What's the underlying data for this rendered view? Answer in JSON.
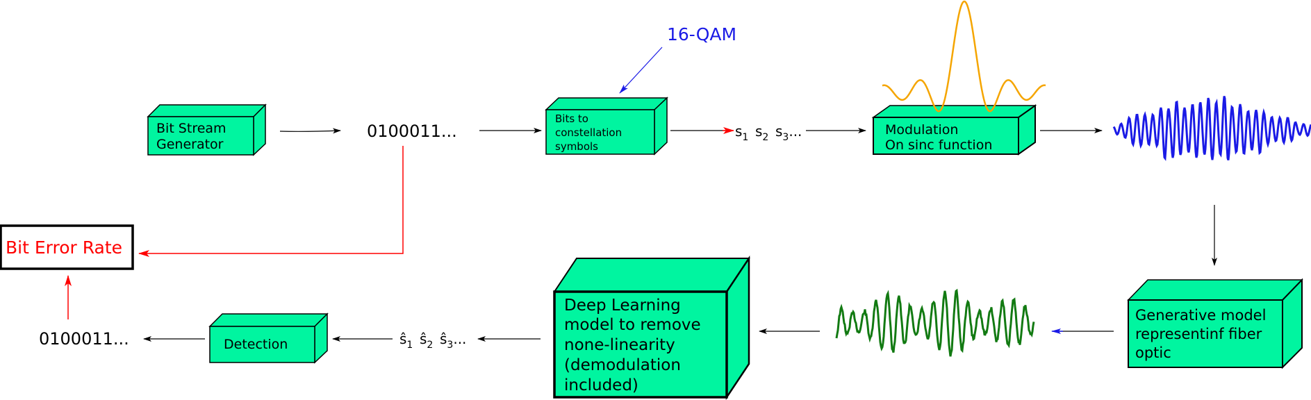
{
  "colors": {
    "box_fill": "#00f5a0",
    "box_stroke": "#000000",
    "red": "#ff0000",
    "blue": "#1a1ae6",
    "orange": "#f5a500",
    "green": "#127a12",
    "black": "#000000"
  },
  "blocks": {
    "bit_stream": {
      "line1": "Bit Stream",
      "line2": "Generator"
    },
    "bits_to_symbols": {
      "line1": "Bits to",
      "line2": "constellation",
      "line3": "symbols"
    },
    "modulation": {
      "line1": "Modulation",
      "line2": "On sinc function"
    },
    "generative": {
      "line1": "Generative model",
      "line2": "representinf fiber",
      "line3": "optic"
    },
    "deep_learning": {
      "line1": "Deep Learning",
      "line2": "model to remove",
      "line3": "none-linearity",
      "line4": "(demodulation",
      "line5": "included)"
    },
    "detection": {
      "label": "Detection"
    }
  },
  "labels": {
    "bits_in": "0100011...",
    "bits_out": "0100011...",
    "qam": "16-QAM",
    "ber": "Bit Error Rate",
    "sym_s": "s",
    "sym_hat_s": "ŝ",
    "idx1": "1",
    "idx2": "2",
    "idx3": "3",
    "ellipsis": "..."
  },
  "icons": [
    "sinc-pulse-icon",
    "modulated-signal-icon",
    "received-signal-icon"
  ]
}
